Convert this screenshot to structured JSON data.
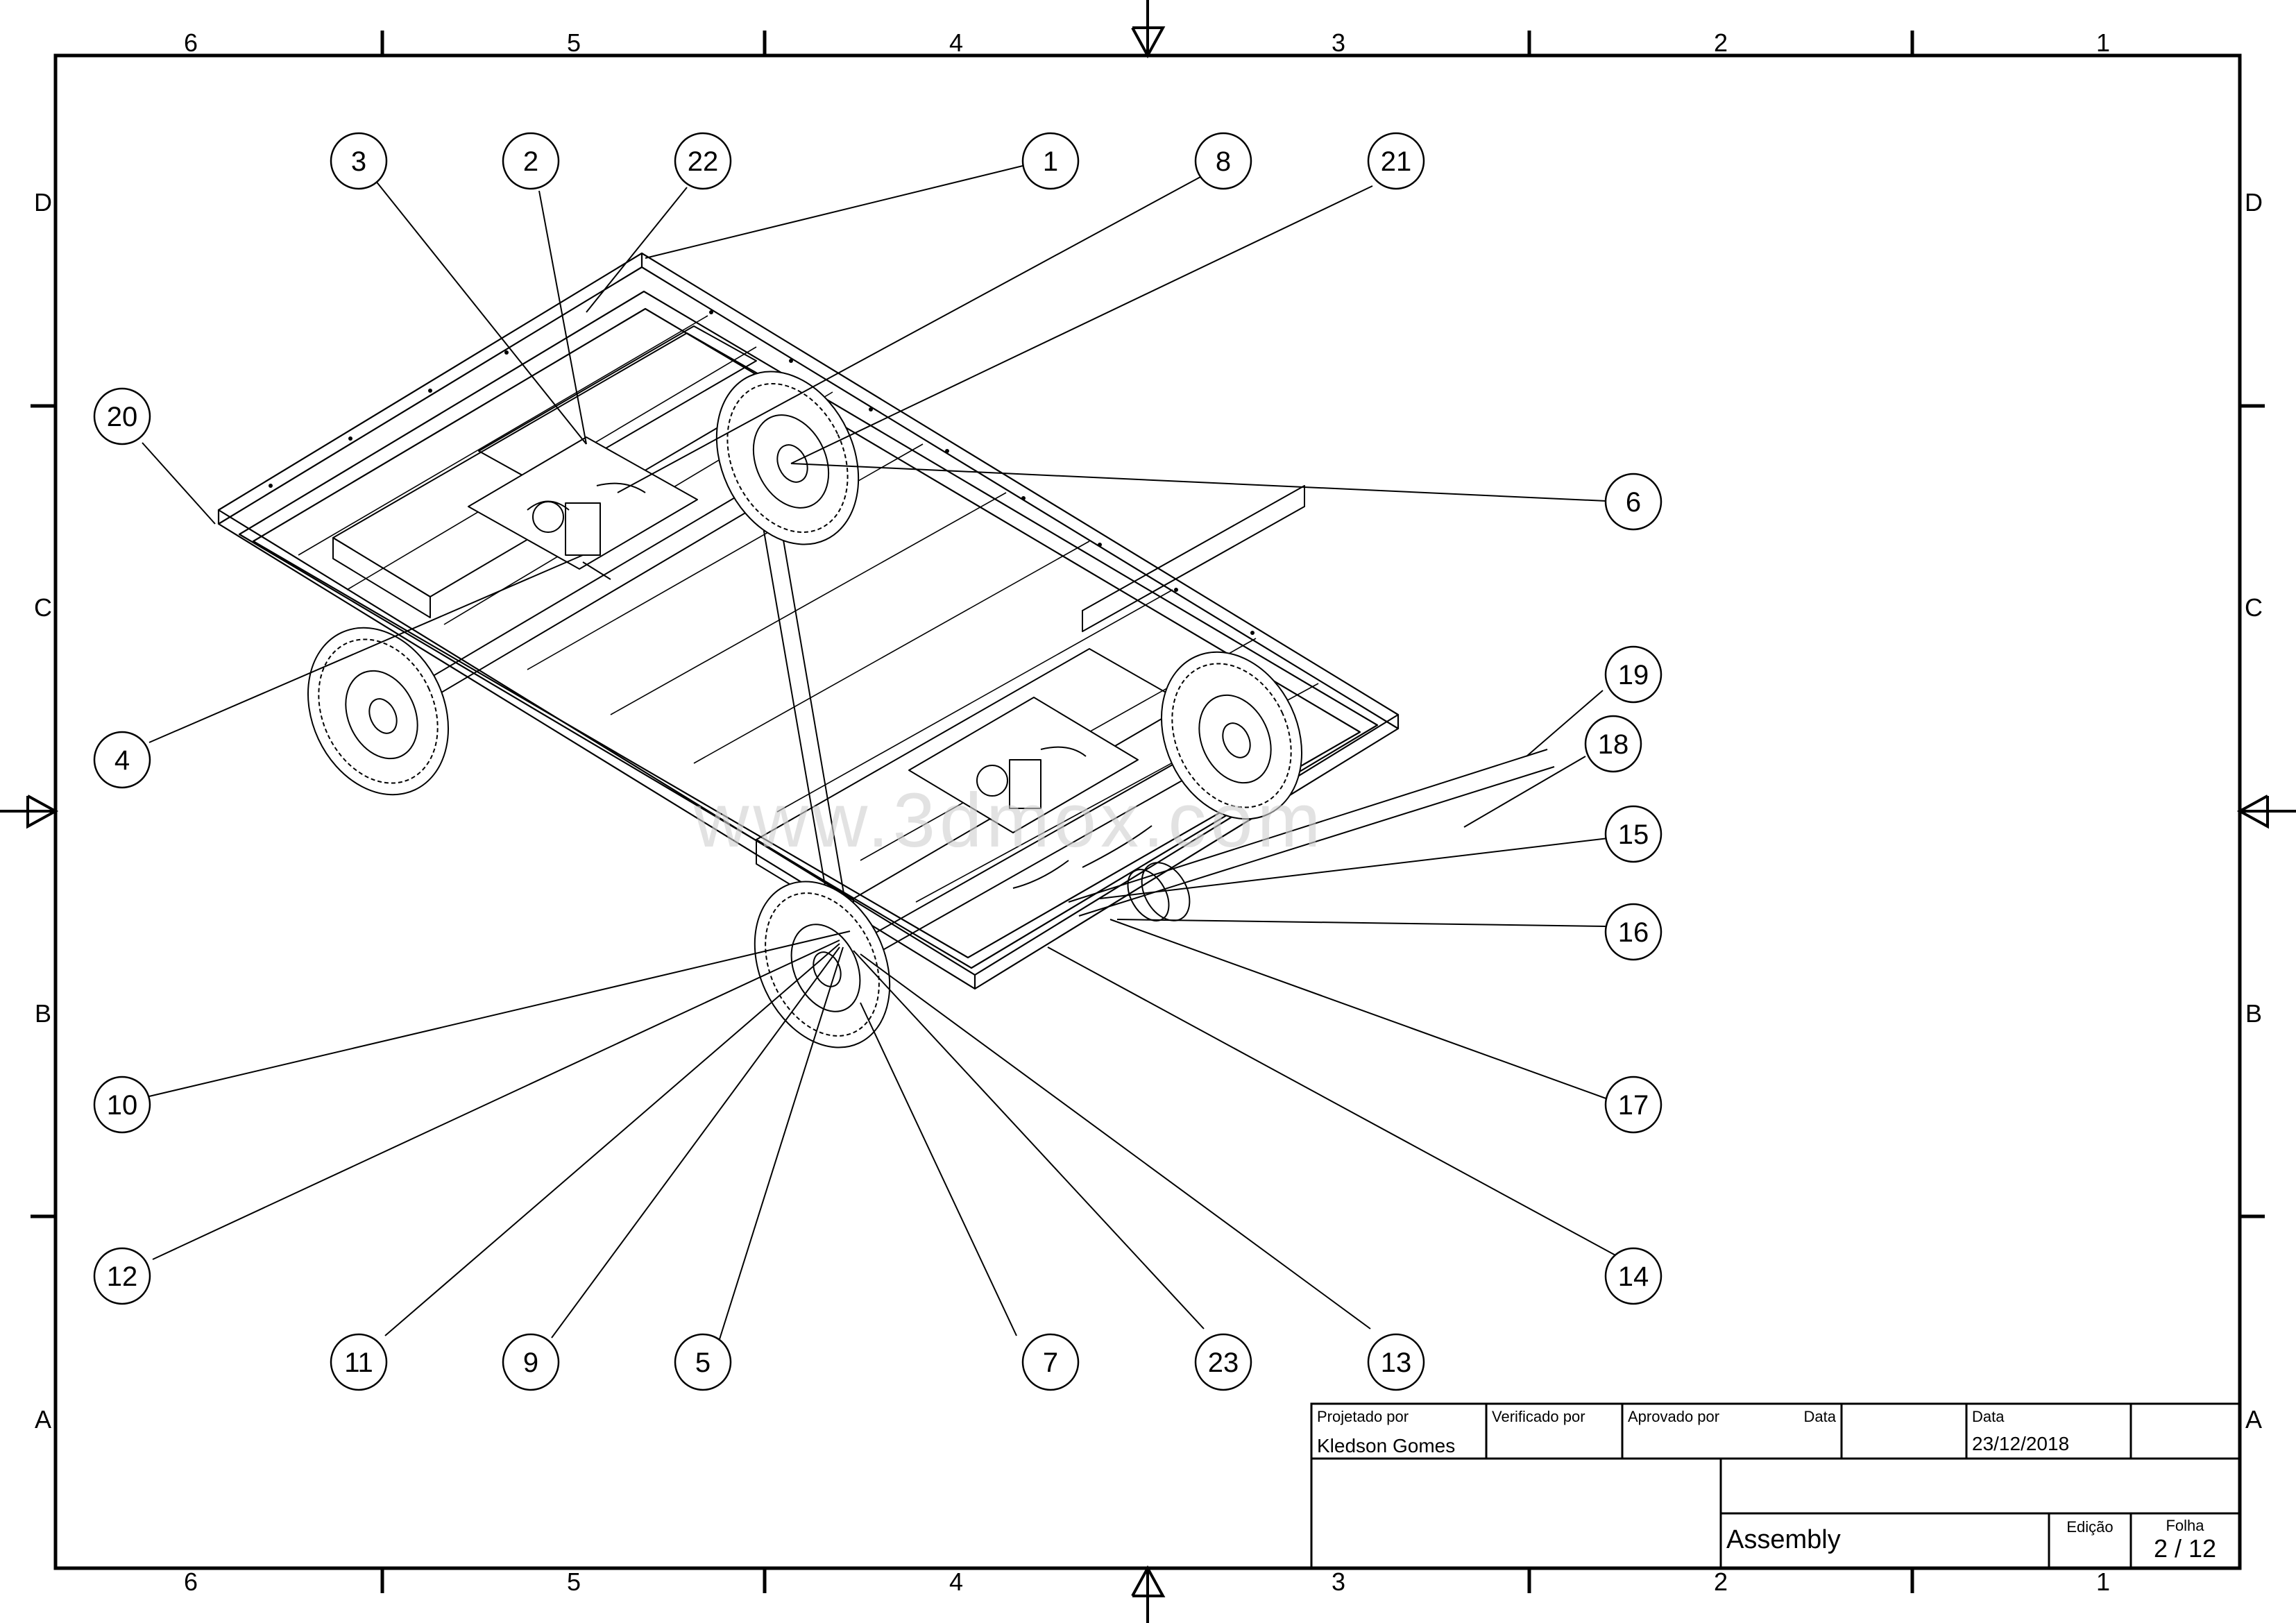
{
  "zones": {
    "columns_top": [
      "6",
      "5",
      "4",
      "3",
      "2",
      "1"
    ],
    "columns_bottom": [
      "6",
      "5",
      "4",
      "3",
      "2",
      "1"
    ],
    "rows_left": [
      "D",
      "C",
      "B",
      "A"
    ],
    "rows_right": [
      "D",
      "C",
      "B",
      "A"
    ]
  },
  "balloons": [
    "3",
    "2",
    "22",
    "1",
    "8",
    "21",
    "20",
    "6",
    "4",
    "19",
    "18",
    "15",
    "16",
    "10",
    "17",
    "12",
    "14",
    "11",
    "9",
    "5",
    "7",
    "23",
    "13"
  ],
  "watermark": "www.3dmox.com",
  "title_block": {
    "projetado_label": "Projetado por",
    "verificado_label": "Verificado por",
    "aprovado_label": "Aprovado por",
    "data_label_1": "Data",
    "data_label_2": "Data",
    "designer": "Kledson Gomes",
    "date": "23/12/2018",
    "title": "Assembly",
    "edicao_label": "Edição",
    "folha_label": "Folha",
    "sheet": "2 / 12"
  }
}
